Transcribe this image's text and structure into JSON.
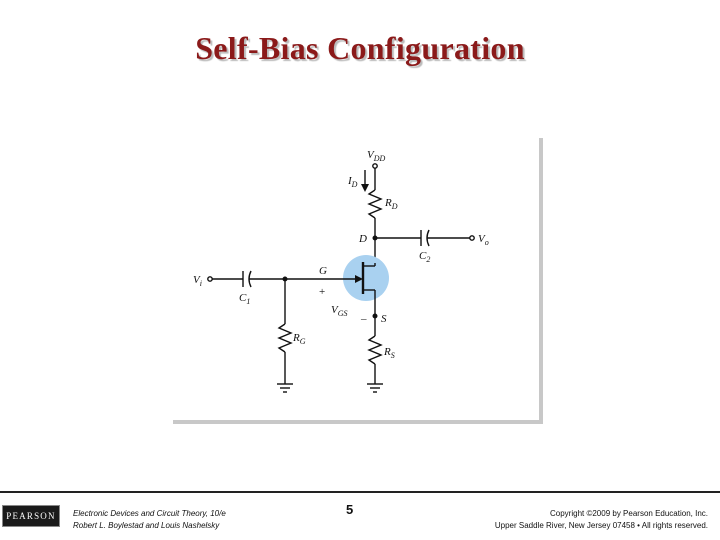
{
  "slide": {
    "title": "Self-Bias Configuration",
    "page_number": "5"
  },
  "circuit": {
    "labels": {
      "vdd_main": "V",
      "vdd_sub": "DD",
      "id_main": "I",
      "id_sub": "D",
      "rd_main": "R",
      "rd_sub": "D",
      "d": "D",
      "c2_main": "C",
      "c2_sub": "2",
      "vo_main": "V",
      "vo_sub": "o",
      "vi_main": "V",
      "vi_sub": "i",
      "c1_main": "C",
      "c1_sub": "1",
      "g": "G",
      "plus": "+",
      "vgs_main": "V",
      "vgs_sub": "GS",
      "minus": "–",
      "s": "S",
      "rg_main": "R",
      "rg_sub": "G",
      "rs_main": "R",
      "rs_sub": "S"
    },
    "colors": {
      "wire": "#111111",
      "fet_highlight": "#a9d1f0"
    }
  },
  "footer": {
    "logo_text": "PEARSON",
    "book_line1": "Electronic Devices and Circuit Theory, 10/e",
    "book_line2": "Robert L. Boylestad and Louis Nashelsky",
    "copyright_line1": "Copyright ©2009 by Pearson Education, Inc.",
    "copyright_line2": "Upper Saddle River, New Jersey 07458 • All rights reserved."
  }
}
